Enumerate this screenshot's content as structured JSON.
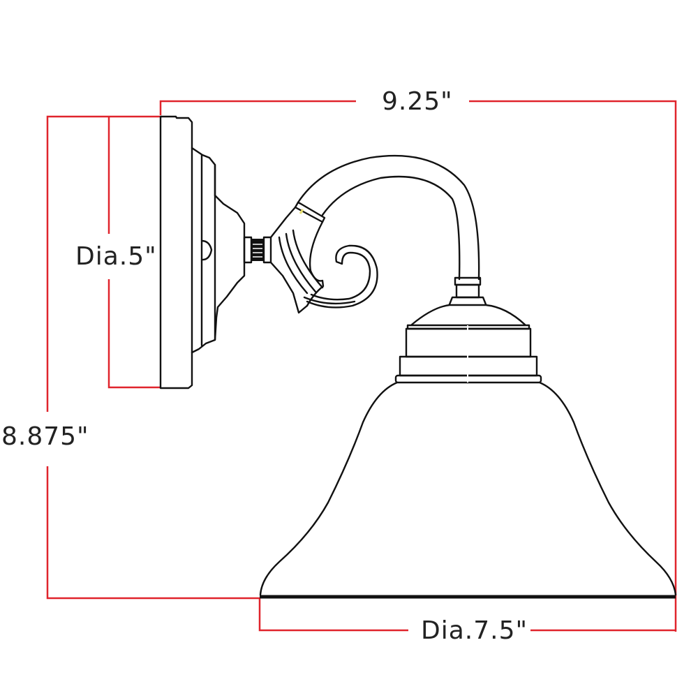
{
  "diagram": {
    "title": "Wall sconce dimension drawing",
    "colors": {
      "dimension_line": "#e0242c",
      "drawing_line": "#111111",
      "background": "#ffffff",
      "label_text": "#222222"
    },
    "dimensions": {
      "overall_width": {
        "label": "9.25\"",
        "value": 9.25,
        "unit": "in"
      },
      "overall_height": {
        "label": "8.875\"",
        "value": 8.875,
        "unit": "in"
      },
      "backplate_diameter": {
        "label": "Dia.5\"",
        "value": 5,
        "unit": "in"
      },
      "shade_diameter": {
        "label": "Dia.7.5\"",
        "value": 7.5,
        "unit": "in"
      }
    },
    "parts": [
      "backplate",
      "mounting-cup",
      "knurled-nipple",
      "scroll-arm",
      "socket-cup",
      "bell-glass-shade"
    ]
  }
}
